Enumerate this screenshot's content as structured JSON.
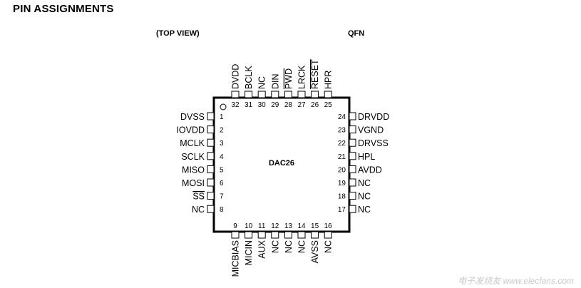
{
  "heading": "PIN ASSIGNMENTS",
  "view_label": "(TOP VIEW)",
  "package_label": "QFN",
  "chip_label": "DAC26",
  "watermark": "电子发烧友 www.elecfans.com",
  "pins": {
    "left": [
      {
        "num": "1",
        "name": "DVSS",
        "overline": false
      },
      {
        "num": "2",
        "name": "IOVDD",
        "overline": false
      },
      {
        "num": "3",
        "name": "MCLK",
        "overline": false
      },
      {
        "num": "4",
        "name": "SCLK",
        "overline": false
      },
      {
        "num": "5",
        "name": "MISO",
        "overline": false
      },
      {
        "num": "6",
        "name": "MOSI",
        "overline": false
      },
      {
        "num": "7",
        "name": "SS",
        "overline": true
      },
      {
        "num": "8",
        "name": "NC",
        "overline": false
      }
    ],
    "bottom": [
      {
        "num": "9",
        "name": "MICBIAS",
        "overline": false
      },
      {
        "num": "10",
        "name": "MICIN",
        "overline": false
      },
      {
        "num": "11",
        "name": "AUX",
        "overline": false
      },
      {
        "num": "12",
        "name": "NC",
        "overline": false
      },
      {
        "num": "13",
        "name": "NC",
        "overline": false
      },
      {
        "num": "14",
        "name": "NC",
        "overline": false
      },
      {
        "num": "15",
        "name": "AVSS",
        "overline": false
      },
      {
        "num": "16",
        "name": "NC",
        "overline": false
      }
    ],
    "right": [
      {
        "num": "24",
        "name": "DRVDD",
        "overline": false
      },
      {
        "num": "23",
        "name": "VGND",
        "overline": false
      },
      {
        "num": "22",
        "name": "DRVSS",
        "overline": false
      },
      {
        "num": "21",
        "name": "HPL",
        "overline": false
      },
      {
        "num": "20",
        "name": "AVDD",
        "overline": false
      },
      {
        "num": "19",
        "name": "NC",
        "overline": false
      },
      {
        "num": "18",
        "name": "NC",
        "overline": false
      },
      {
        "num": "17",
        "name": "NC",
        "overline": false
      }
    ],
    "top": [
      {
        "num": "32",
        "name": "DVDD",
        "overline": false
      },
      {
        "num": "31",
        "name": "BCLK",
        "overline": false
      },
      {
        "num": "30",
        "name": "NC",
        "overline": false
      },
      {
        "num": "29",
        "name": "DIN",
        "overline": false
      },
      {
        "num": "28",
        "name": "PWD",
        "overline": true
      },
      {
        "num": "27",
        "name": "LRCK",
        "overline": false
      },
      {
        "num": "26",
        "name": "RESET",
        "overline": true
      },
      {
        "num": "25",
        "name": "HPR",
        "overline": false
      }
    ]
  }
}
